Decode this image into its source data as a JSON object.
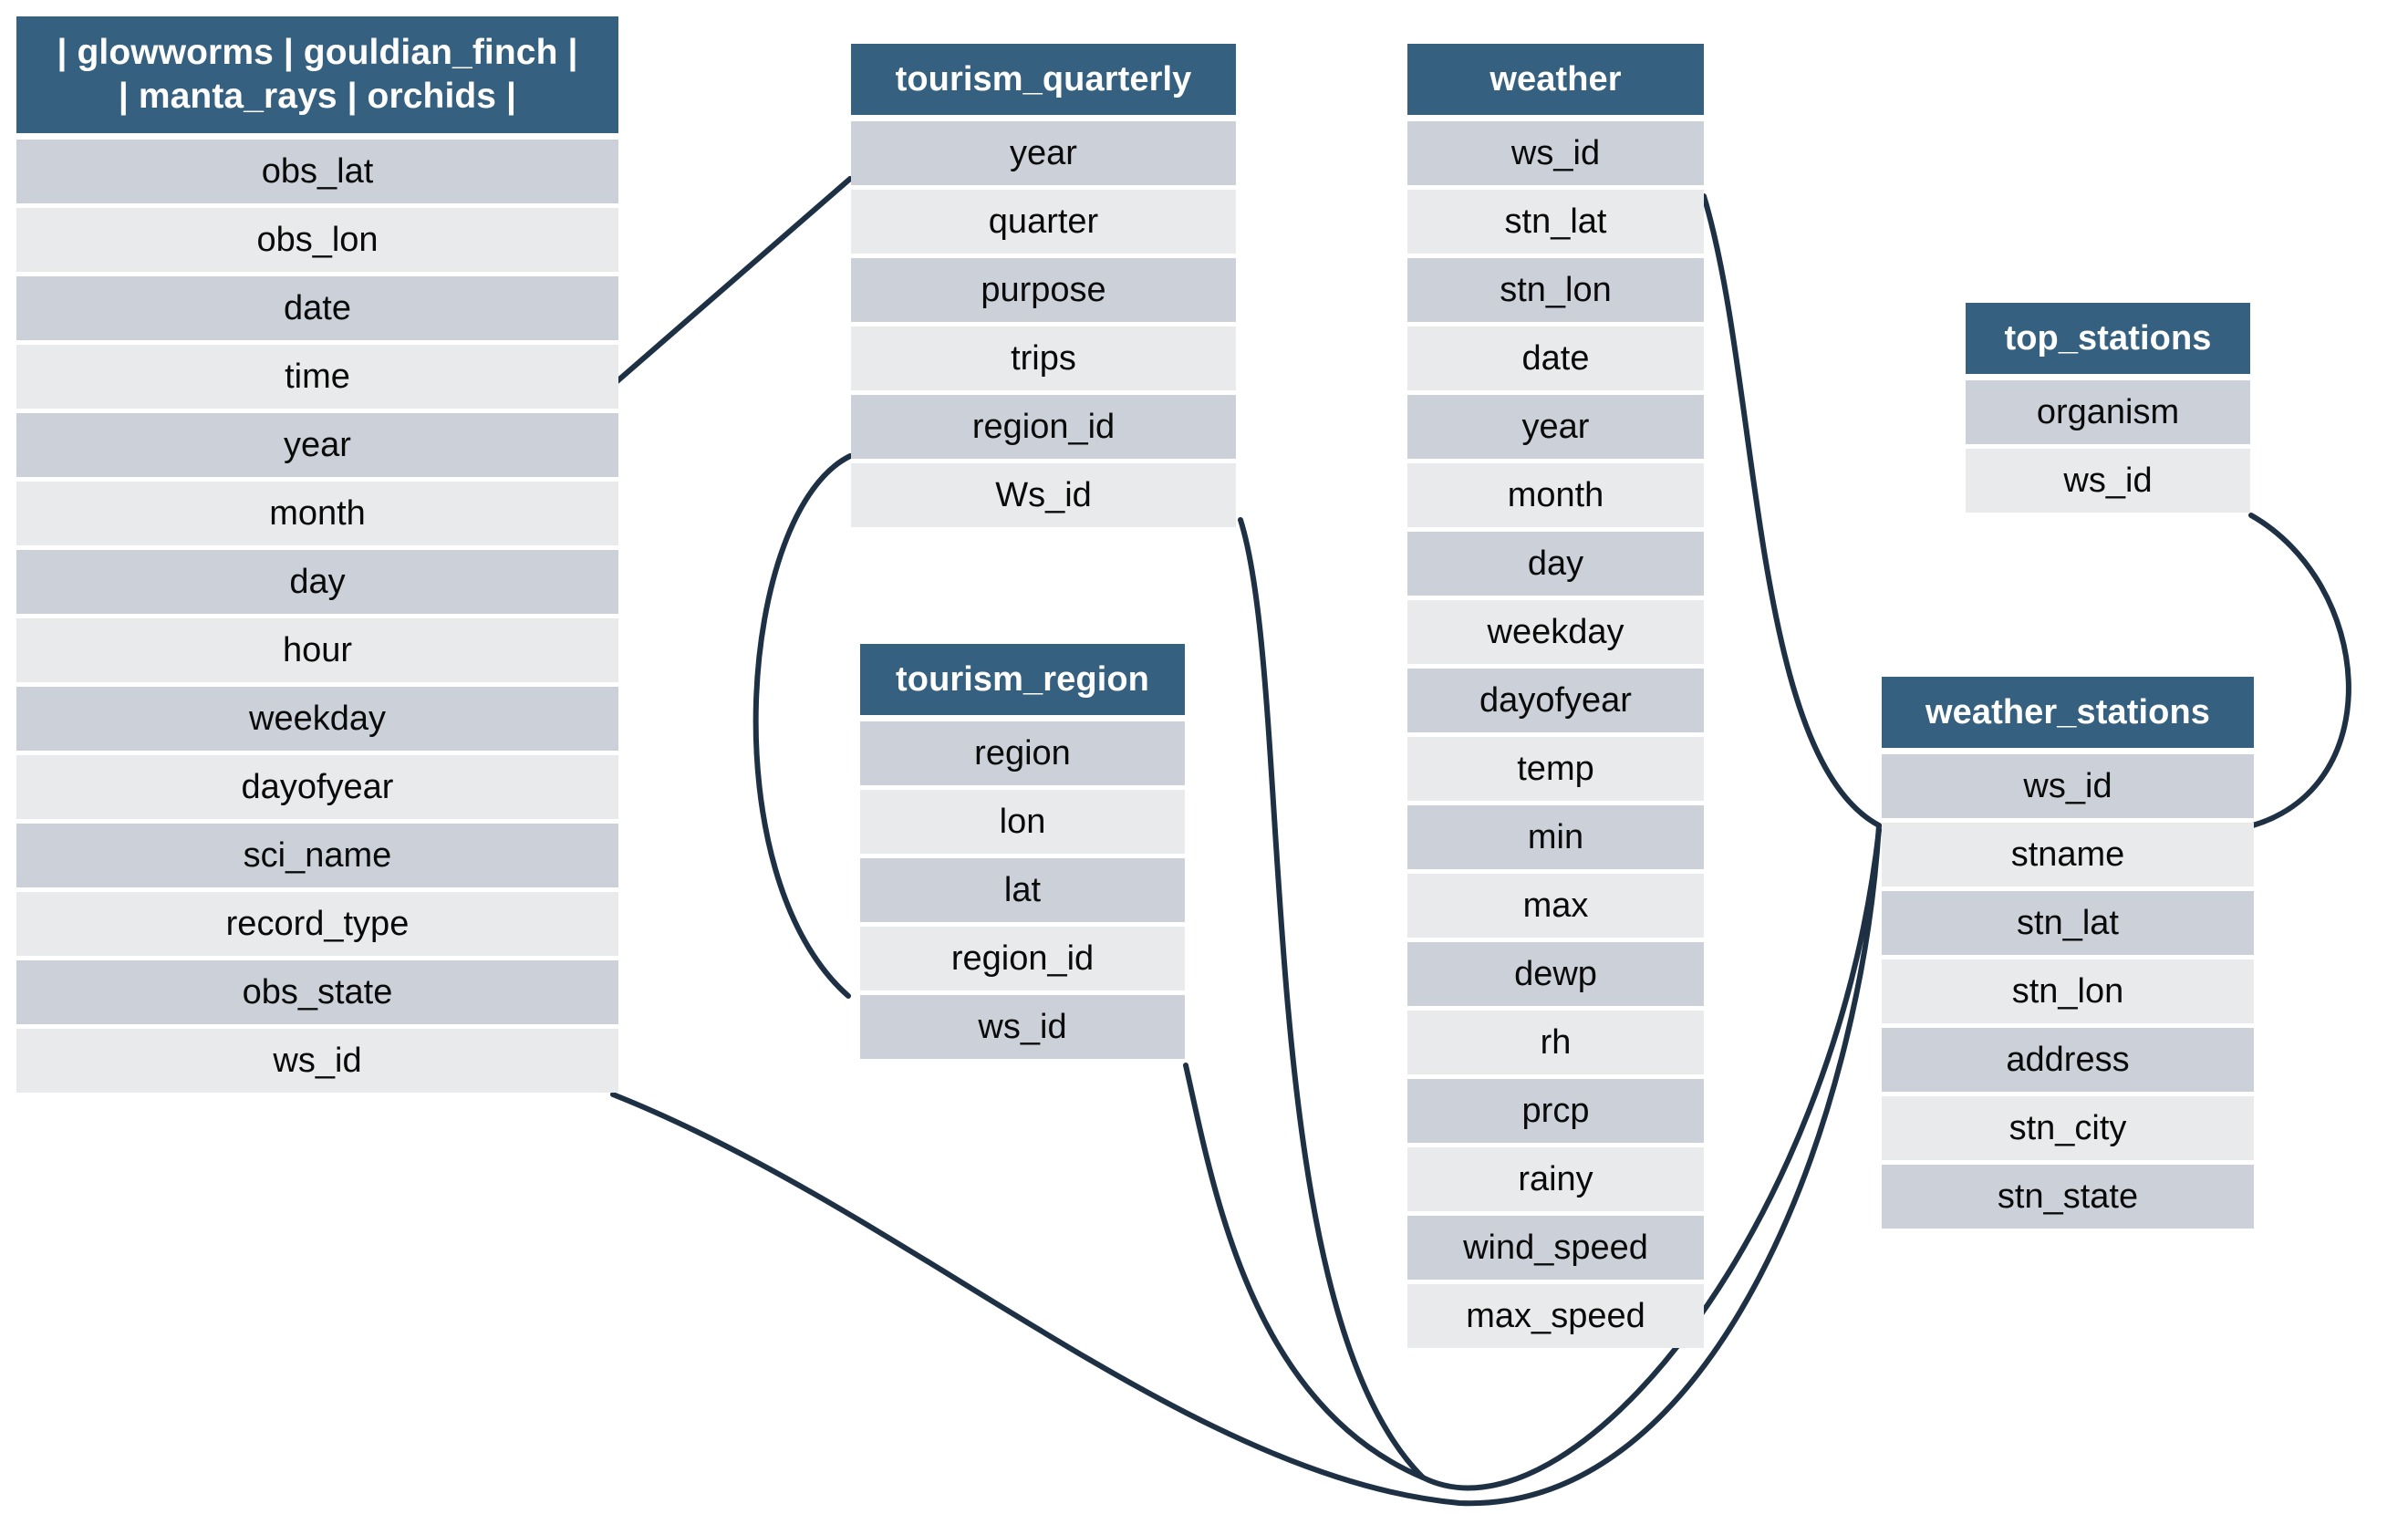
{
  "diagram": {
    "kind": "entity-relationship-schema",
    "colors": {
      "header_bg": "#35607f",
      "header_text": "#ffffff",
      "row_dark": "#ccd1d9",
      "row_light": "#e8eaec",
      "row_text": "#0a0a0a",
      "edge": "#1e3044",
      "background": "#ffffff"
    }
  },
  "tables": {
    "observations": {
      "title": "| glowworms | gouldian_finch |\n| manta_rays | orchids |",
      "title_line1": "| glowworms | gouldian_finch |",
      "title_line2": "| manta_rays | orchids |",
      "fields": [
        "obs_lat",
        "obs_lon",
        "date",
        "time",
        "year",
        "month",
        "day",
        "hour",
        "weekday",
        "dayofyear",
        "sci_name",
        "record_type",
        "obs_state",
        "ws_id"
      ]
    },
    "tourism_quarterly": {
      "title": "tourism_quarterly",
      "fields": [
        "year",
        "quarter",
        "purpose",
        "trips",
        "region_id",
        "Ws_id"
      ]
    },
    "tourism_region": {
      "title": "tourism_region",
      "fields": [
        "region",
        "lon",
        "lat",
        "region_id",
        "ws_id"
      ]
    },
    "weather": {
      "title": "weather",
      "fields": [
        "ws_id",
        "stn_lat",
        "stn_lon",
        "date",
        "year",
        "month",
        "day",
        "weekday",
        "dayofyear",
        "temp",
        "min",
        "max",
        "dewp",
        "rh",
        "prcp",
        "rainy",
        "wind_speed",
        "max_speed"
      ]
    },
    "top_stations": {
      "title": "top_stations",
      "fields": [
        "organism",
        "ws_id"
      ]
    },
    "weather_stations": {
      "title": "weather_stations",
      "fields": [
        "ws_id",
        "stname",
        "stn_lat",
        "stn_lon",
        "address",
        "stn_city",
        "stn_state"
      ]
    }
  },
  "relationships": [
    {
      "from": "observations.time",
      "to": "tourism_quarterly.year"
    },
    {
      "from": "tourism_quarterly.region_id",
      "to": "tourism_region.region_id"
    },
    {
      "from": "tourism_quarterly.Ws_id",
      "to": "weather_stations.ws_id"
    },
    {
      "from": "tourism_region.ws_id",
      "to": "weather_stations.ws_id"
    },
    {
      "from": "observations.ws_id",
      "to": "weather_stations.ws_id"
    },
    {
      "from": "weather.ws_id",
      "to": "weather_stations.ws_id"
    },
    {
      "from": "top_stations.ws_id",
      "to": "weather_stations.ws_id"
    }
  ]
}
